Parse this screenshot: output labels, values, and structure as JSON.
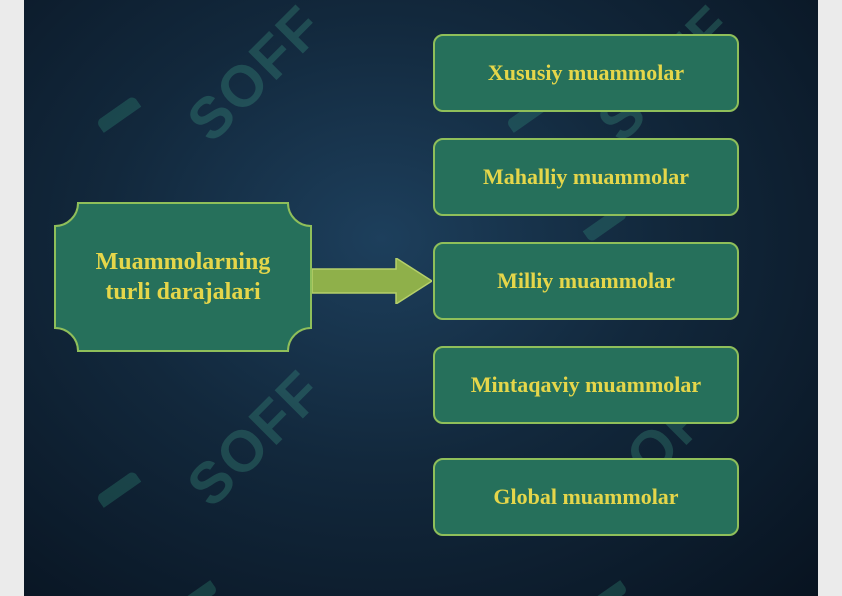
{
  "diagram": {
    "source_lines": [
      "Muammolarning",
      "turli darajalari"
    ],
    "targets": [
      "Xususiy muammolar",
      "Mahalliy muammolar",
      "Milliy muammolar",
      "Mintaqaviy muammolar",
      "Global muammolar"
    ]
  },
  "watermark": "SOFF",
  "colors": {
    "box_fill": "#26705b",
    "box_border": "#8fbf5a",
    "text": "#e5d64a",
    "arrow": "#8fb04a"
  }
}
